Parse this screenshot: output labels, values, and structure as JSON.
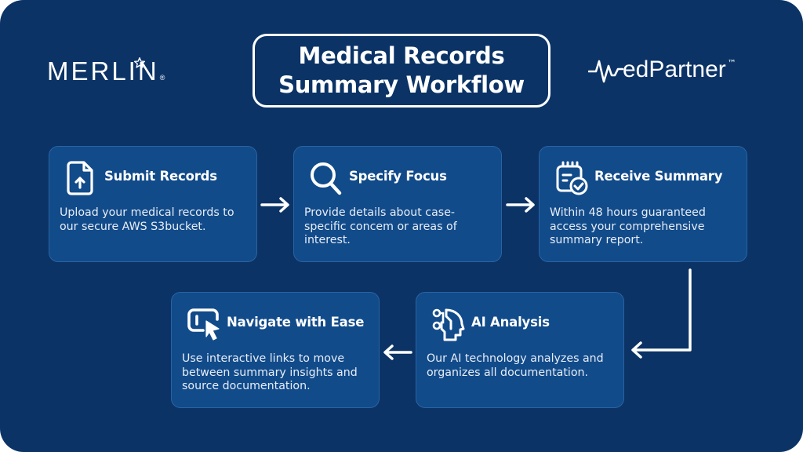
{
  "brand": {
    "left_logo": "MERLIN",
    "left_logo_mark": "®",
    "right_logo": "edPartner",
    "right_logo_mark": "™"
  },
  "title": {
    "line1": "Medical Records",
    "line2": "Summary Workflow"
  },
  "colors": {
    "background": "#0b3366",
    "card": "#124b8a",
    "card_border": "#2a63a3",
    "foreground": "#ffffff"
  },
  "steps": [
    {
      "icon": "file-upload-icon",
      "title": "Submit Records",
      "description": "Upload your medical records to our secure AWS S3bucket."
    },
    {
      "icon": "search-icon",
      "title": "Specify Focus",
      "description": "Provide details about case-specific concem or areas of interest."
    },
    {
      "icon": "calendar-check-icon",
      "title": "Receive Summary",
      "description": "Within 48 hours guaranteed access your comprehensive summary report."
    },
    {
      "icon": "ai-head-icon",
      "title": "AI Analysis",
      "description": "Our AI technology analyzes and organizes all documentation."
    },
    {
      "icon": "click-pointer-icon",
      "title": "Navigate with Ease",
      "description": "Use interactive links to move between summary insights and source documentation."
    }
  ],
  "flow": [
    "Submit Records",
    "Specify Focus",
    "Receive Summary",
    "AI Analysis",
    "Navigate with Ease"
  ]
}
